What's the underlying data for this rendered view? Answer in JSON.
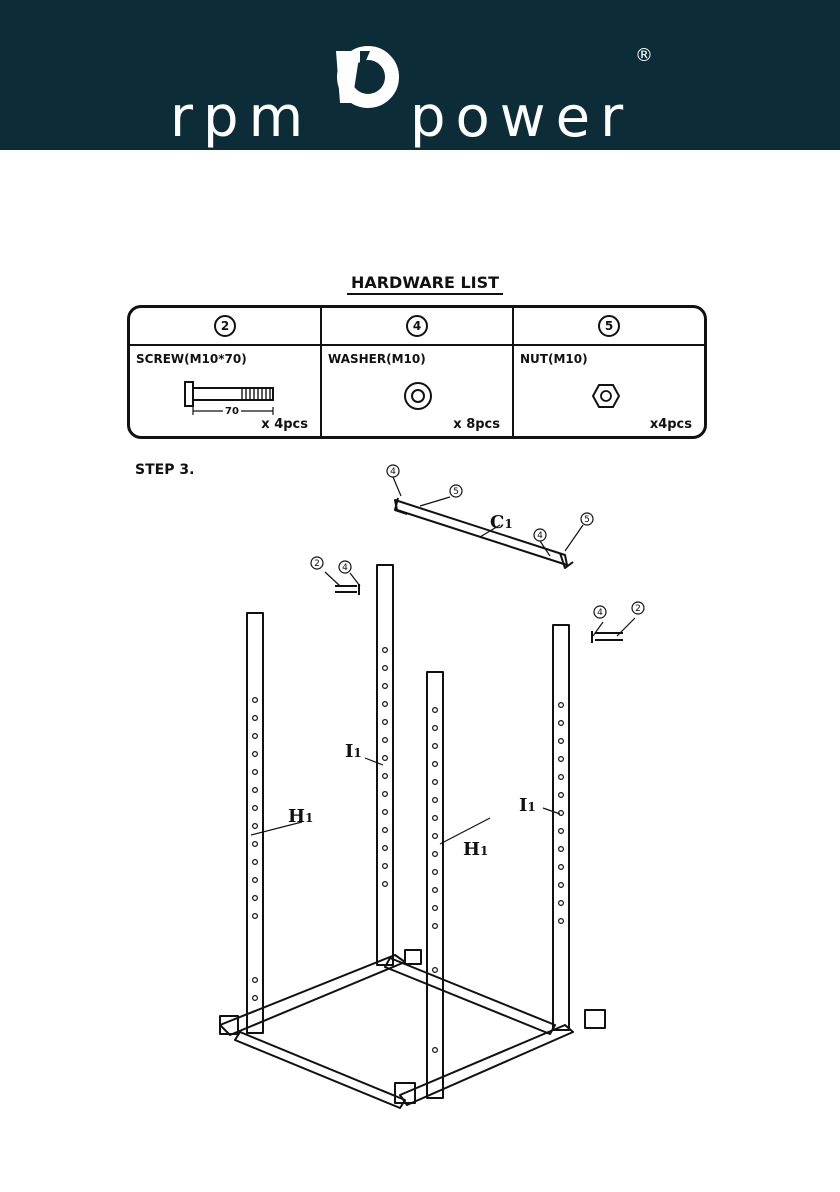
{
  "brand": {
    "left_text": "rpm",
    "right_text": "power",
    "registered": "®",
    "header_color": "#0c2d38"
  },
  "hardware_list": {
    "title": "HARDWARE LIST",
    "items": [
      {
        "num": "2",
        "name": "SCREW(M10*70)",
        "dimension": "70",
        "qty": "x 4pcs",
        "icon": "screw-icon"
      },
      {
        "num": "4",
        "name": "WASHER(M10)",
        "qty": "x 8pcs",
        "icon": "washer-icon"
      },
      {
        "num": "5",
        "name": "NUT(M10)",
        "qty": "x4pcs",
        "icon": "nut-icon"
      }
    ]
  },
  "step": {
    "title": "STEP 3.",
    "labels": {
      "c1": "C",
      "c1_sub": "1",
      "i1": "I",
      "i1_sub": "1",
      "h1": "H",
      "h1_sub": "1",
      "num2": "2",
      "num4": "4",
      "num5": "5"
    }
  }
}
